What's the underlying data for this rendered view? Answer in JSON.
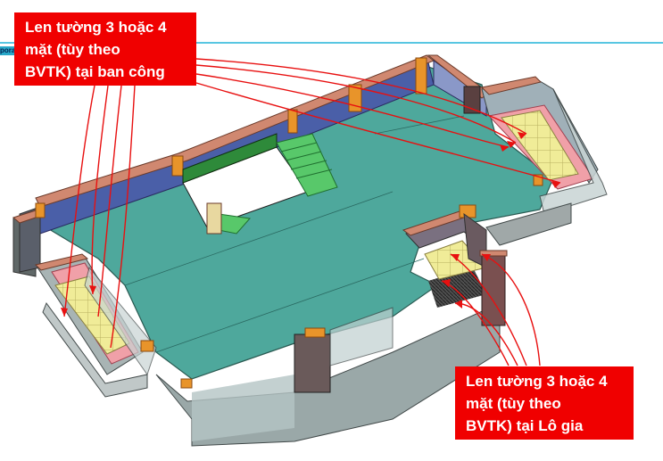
{
  "callout_balcony": {
    "line1": "Len tường 3 hoặc 4",
    "line2": "mặt (tùy theo",
    "line3": "BVTK) tại ban công"
  },
  "callout_loggia": {
    "line1": "Len tường 3 hoặc 4",
    "line2": "mặt (tùy theo",
    "line3": "BVTK) tại Lô gia"
  },
  "viewport_tab": "pora",
  "colors": {
    "floor": "#4ea89c",
    "wall_top": "#d08870",
    "wall_side": "#4a5fa8",
    "column": "#e8942a",
    "stair": "#58c86a",
    "tile": "#f0ec98",
    "callout": "#f00000",
    "arrow": "#e81010",
    "ref_line": "#20b4d8"
  }
}
